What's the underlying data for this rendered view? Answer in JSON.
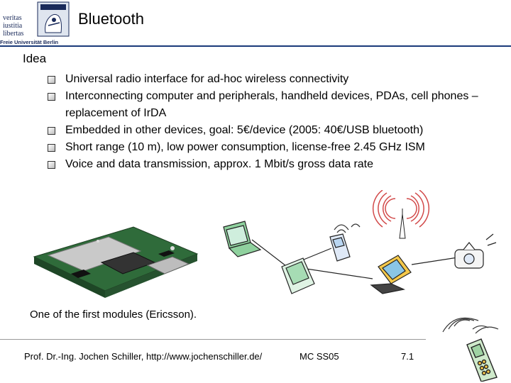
{
  "header": {
    "logo_words": [
      "veritas",
      "iustitia",
      "libertas"
    ],
    "logo_name": "Freie Universität Berlin",
    "title": "Bluetooth"
  },
  "section_title": "Idea",
  "bullets": [
    "Universal radio interface for ad-hoc wireless connectivity",
    "Interconnecting computer and peripherals, handheld devices, PDAs, cell phones – replacement of IrDA",
    "Embedded in other devices, goal: 5€/device (2005: 40€/USB bluetooth)",
    "Short range (10 m), low power consumption, license-free 2.45 GHz ISM",
    "Voice and data transmission, approx. 1 Mbit/s gross data rate"
  ],
  "caption": "One of the first modules (Ericsson).",
  "footer": {
    "author": "Prof. Dr.-Ing. Jochen Schiller, http://www.jochenschiller.de/",
    "course": "MC SS05",
    "page": "7.1"
  },
  "colors": {
    "accent_navy": "#1a3a7a",
    "wave_red": "#d24a4a",
    "device_green": "#8fd19e",
    "device_yellow": "#f4c84a"
  }
}
